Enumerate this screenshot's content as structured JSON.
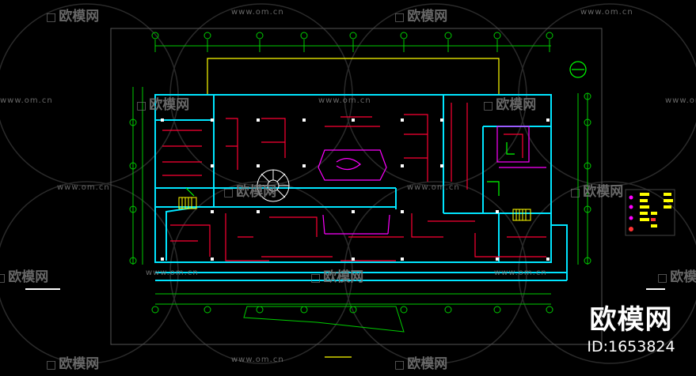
{
  "watermark": {
    "site": "www.om.cn",
    "logo_text": "欧模网"
  },
  "brand": {
    "name": "欧模网",
    "id_label": "ID:1653824"
  },
  "colors": {
    "background": "#000000",
    "axis_grid": "#00ff00",
    "walls": "#00e5ff",
    "wiring": "#ff0033",
    "fixtures": "#ffffff",
    "outline": "#ffff00",
    "furniture": "#ff00ff",
    "watermark": "#7a7a7a"
  },
  "icons": {
    "compass": "north-arrow-icon",
    "legend": "legend-symbols-icon",
    "logo": "sofa-logo-icon"
  }
}
